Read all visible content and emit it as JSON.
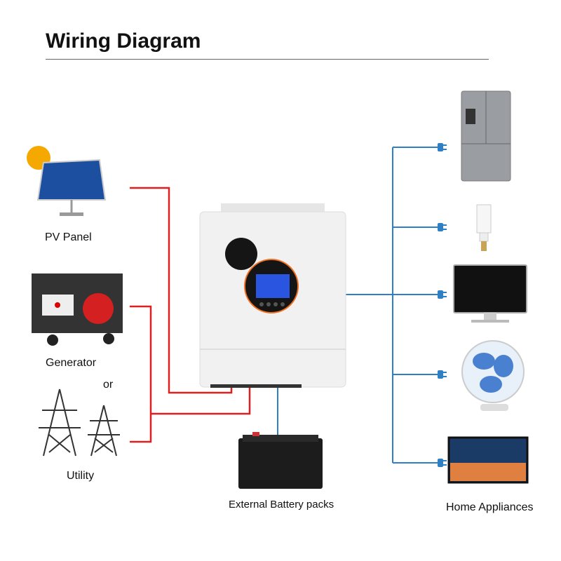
{
  "title": "Wiring Diagram",
  "sources": {
    "pv": "PV Panel",
    "generator": "Generator",
    "or": "or",
    "utility": "Utility"
  },
  "battery": "External Battery packs",
  "loads": "Home Appliances",
  "colors": {
    "ac_dc_input": "#e02020",
    "output": "#2f7fc4"
  }
}
